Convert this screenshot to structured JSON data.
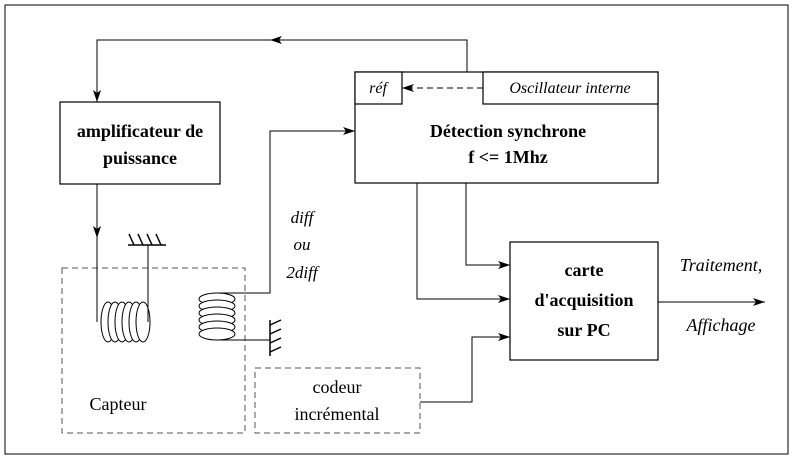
{
  "blocks": {
    "amplifier": {
      "line1": "amplificateur de",
      "line2": "puissance"
    },
    "sync_detection": {
      "line1": "Détection synchrone",
      "line2": "f <= 1Mhz"
    },
    "ref_port": "réf",
    "internal_oscillator": "Oscillateur interne",
    "acquisition_card": {
      "line1": "carte",
      "line2": "d'acquisition",
      "line3": "sur PC"
    },
    "encoder": {
      "line1": "codeur",
      "line2": "incrémental"
    },
    "sensor": "Capteur"
  },
  "signal_label": {
    "line1": "diff",
    "line2": "ou",
    "line3": "2diff"
  },
  "output": {
    "line1": "Traitement,",
    "line2": "Affichage"
  },
  "colors": {
    "line": "#000000",
    "dashed_box": "#555555",
    "background": "#ffffff"
  }
}
